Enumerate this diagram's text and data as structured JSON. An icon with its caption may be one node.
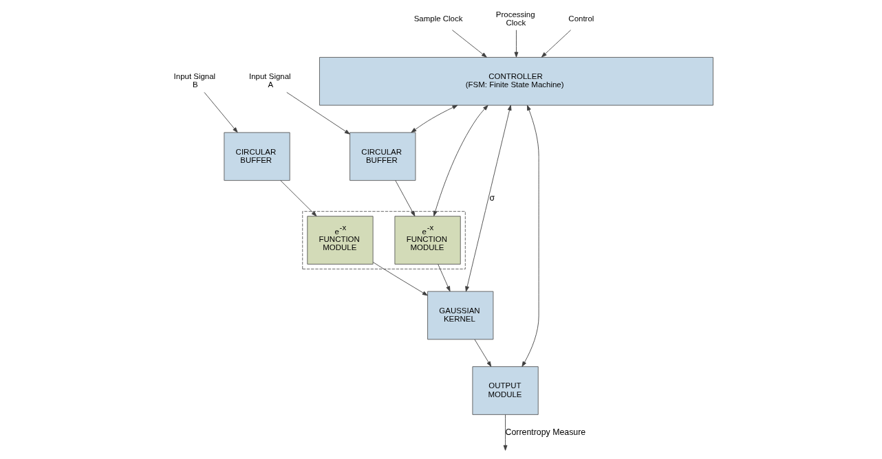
{
  "diagram": {
    "nodes": [
      {
        "text": [
          "CONTROLLER",
          "(FSM: Finite State Machine)"
        ]
      },
      {
        "text": [
          "Sample Clock"
        ]
      },
      {
        "text": [
          "Processing Clock"
        ]
      },
      {
        "text": [
          "Control"
        ]
      },
      {
        "text": [
          "Input Signal A"
        ]
      },
      {
        "text": [
          "CIRCULAR BUFFER"
        ]
      },
      {
        "text": [],
        "shape": "box"
      },
      {
        "text": [
          "e$^{-x}$ FUNCTION MODULE"
        ],
        "in": 6
      },
      {
        "text": [
          "GAUSSIAN KERNEL"
        ]
      },
      {
        "text": [
          "OUTPUT MODULE"
        ]
      },
      {
        "text": [
          "Input Signal B"
        ]
      },
      {
        "text": [
          "CIRCULAR BUFFER"
        ]
      },
      {
        "text": [
          "e$^{-x}$ FUNCTION MODULE"
        ],
        "in": 6
      }
    ],
    "edges": [
      {
        "from": 1,
        "to": 0,
        "arrow": "to"
      },
      {
        "from": 2,
        "to": 0,
        "arrow": "to"
      },
      {
        "from": 3,
        "to": 0,
        "arrow": "to"
      },
      {
        "from": 0,
        "to": 5,
        "arrow": "both"
      },
      {
        "from": 0,
        "to": 7,
        "arrow": "both"
      },
      {
        "from": 0,
        "to": 8,
        "arrow": "both",
        "label": "σ"
      },
      {
        "from": 0,
        "to": 9,
        "arrow": "both"
      },
      {
        "from": 4,
        "to": 5,
        "arrow": "to"
      },
      {
        "from": 5,
        "to": 7,
        "arrow": "to"
      },
      {
        "from": 7,
        "to": 8,
        "arrow": "to"
      },
      {
        "from": 8,
        "to": 9,
        "arrow": "to"
      },
      {
        "from": 9,
        "to": null,
        "arrow": "to",
        "label": "Correntropy Measure"
      },
      {
        "from": 10,
        "to": 11,
        "arrow": "to"
      },
      {
        "from": 11,
        "to": 12,
        "arrow": "to"
      },
      {
        "from": 12,
        "to": 8,
        "arrow": "to"
      }
    ]
  }
}
